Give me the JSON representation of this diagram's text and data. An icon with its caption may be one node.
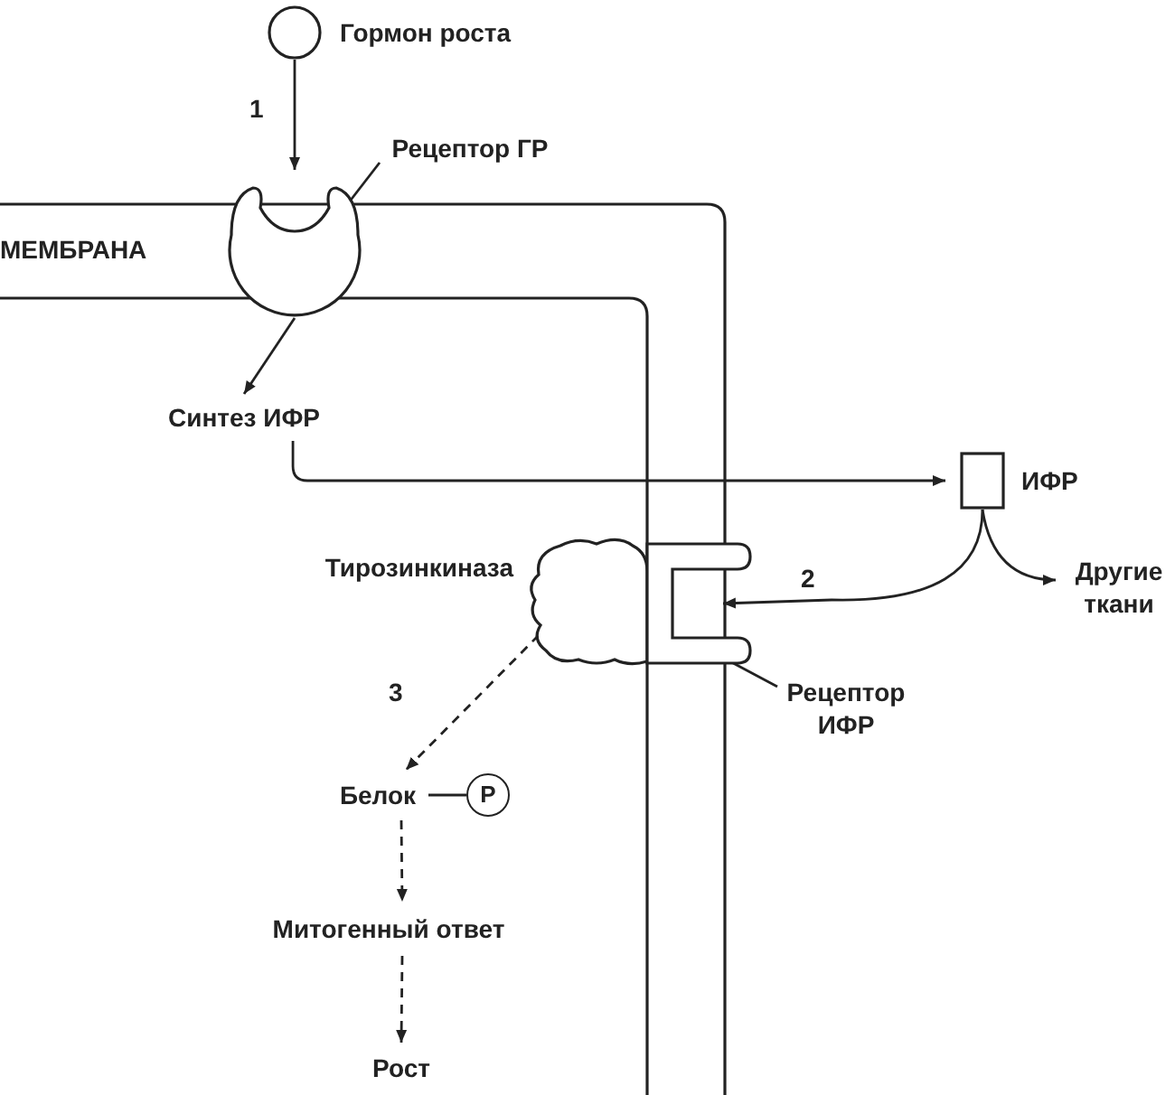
{
  "diagram": {
    "nodes": [
      {
        "text": [],
        "shape": "circle",
        "beside": [
          "Гормон роста"
        ]
      },
      {
        "text": [],
        "shape": "cup"
      },
      {
        "text": [
          "Рецептор ГР"
        ]
      },
      {
        "text": [
          "Синтез ИФР"
        ]
      },
      {
        "text": [],
        "shape": "box",
        "beside": [
          "ИФР"
        ]
      },
      {
        "text": [
          "Другие ткани"
        ]
      },
      {
        "text": [],
        "shape": "cloud",
        "beside": [
          "Тирозинкиназа"
        ]
      },
      {
        "text": [],
        "shape": "bracket"
      },
      {
        "text": [
          "Рецептор ИФР"
        ]
      },
      {
        "text": [
          "Белок"
        ]
      },
      {
        "text": [
          "P"
        ]
      },
      {
        "text": [
          "Митогенный ответ"
        ]
      },
      {
        "text": [
          "Рост"
        ]
      }
    ],
    "edges": [
      {
        "from": 0,
        "to": 1,
        "arrow": "to",
        "label": "1"
      },
      {
        "from": 2,
        "to": 1,
        "arrow": "none"
      },
      {
        "from": 1,
        "to": 3,
        "arrow": "to"
      },
      {
        "from": 3,
        "to": 4,
        "arrow": "to"
      },
      {
        "from": 4,
        "to": 7,
        "arrow": "to",
        "label": "2"
      },
      {
        "from": 4,
        "to": 5,
        "arrow": "to"
      },
      {
        "from": 8,
        "to": 7,
        "arrow": "none"
      },
      {
        "from": 6,
        "to": 9,
        "arrow": "to",
        "label": "3",
        "style": "dashed"
      },
      {
        "from": 9,
        "to": 10,
        "arrow": "none"
      },
      {
        "from": 9,
        "to": 11,
        "arrow": "to",
        "style": "dashed"
      },
      {
        "from": 11,
        "to": 12,
        "arrow": "to",
        "style": "dashed"
      }
    ],
    "labels": [
      "МЕМБРАНА"
    ]
  }
}
